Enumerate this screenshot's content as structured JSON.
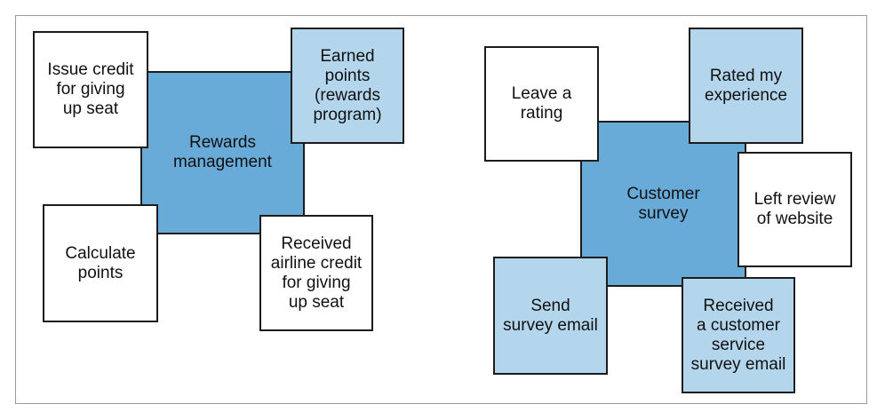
{
  "colors": {
    "white_card": "#ffffff",
    "light_card": "#b4d6ec",
    "center_card": "#68aad8",
    "border": "#1c1c1c",
    "frame": "#9a9a9a"
  },
  "left": {
    "center": "Rewards\nmanagement",
    "issue_credit": "Issue credit\nfor giving\nup seat",
    "earned_points": "Earned points\n(rewards\nprogram)",
    "calculate_points": "Calculate\npoints",
    "received_airline_credit": "Received\nairline credit\nfor giving\nup seat"
  },
  "right": {
    "center": "Customer\nsurvey",
    "leave_rating": "Leave a\nrating",
    "rated_experience": "Rated my\nexperience",
    "left_review": "Left review\nof website",
    "send_survey_email": "Send\nsurvey email",
    "received_survey_email": "Received\na customer\nservice\nsurvey email"
  }
}
